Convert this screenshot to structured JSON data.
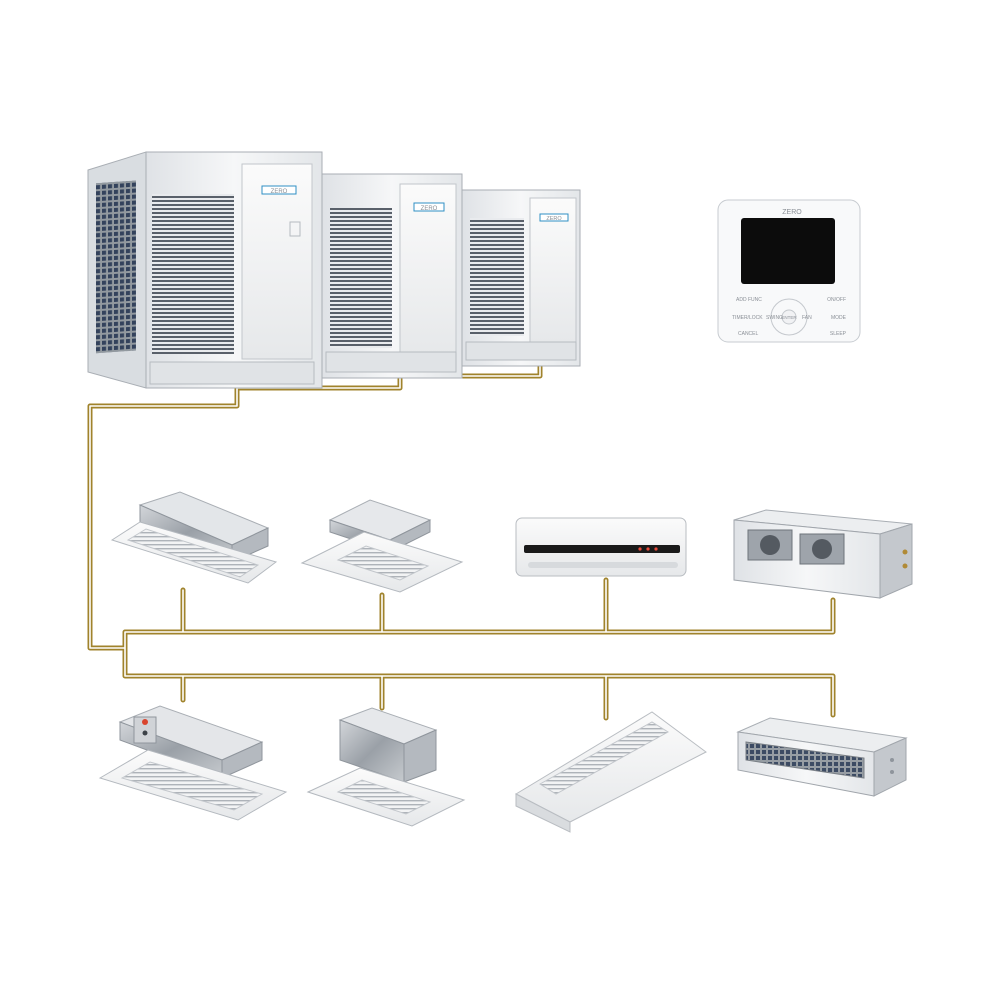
{
  "colors": {
    "pipe": "#a0832c",
    "unit_body": "#eef0f2",
    "unit_shadow": "#c9cdd2",
    "grille": "#5a6068",
    "brand": "#2f8fc4",
    "screen": "#0c0c0c"
  },
  "brand": {
    "badge_1": "ZERO",
    "badge_2": "ZERO",
    "badge_3": "ZERO"
  },
  "controller": {
    "logo": "ZERO",
    "keys": {
      "add_func": "ADD FUNC",
      "onoff": "ON/OFF",
      "timer_lock": "TIMER/LOCK",
      "swing": "SWING",
      "enter": "ENTER",
      "fan": "FAN",
      "mode": "MODE",
      "cancel": "CANCEL",
      "sleep": "SLEEP"
    }
  },
  "icons": {
    "outdoor": "outdoor-unit-icon",
    "controller": "wired-controller-icon",
    "cassette_1way": "one-way-cassette-icon",
    "cassette_4way": "four-way-cassette-icon",
    "wall": "wall-mounted-unit-icon",
    "duct_high": "high-static-duct-icon",
    "cassette_compact": "compact-cassette-icon",
    "cassette_4way_2": "four-way-cassette-icon",
    "ceiling_floor": "ceiling-floor-unit-icon",
    "duct_slim": "slim-duct-icon"
  }
}
